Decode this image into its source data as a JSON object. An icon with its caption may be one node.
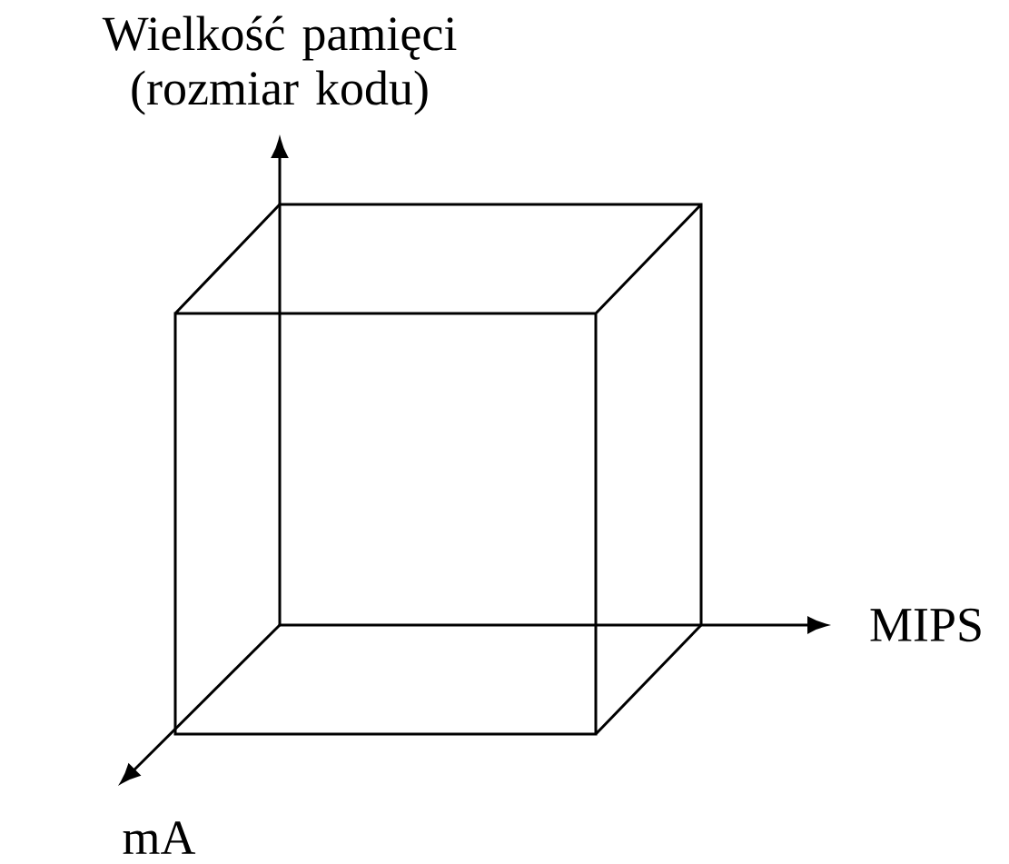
{
  "diagram": {
    "labels": [
      "Wielkość pamięci (rozmiar kodu)",
      "MIPS",
      "mA"
    ]
  }
}
